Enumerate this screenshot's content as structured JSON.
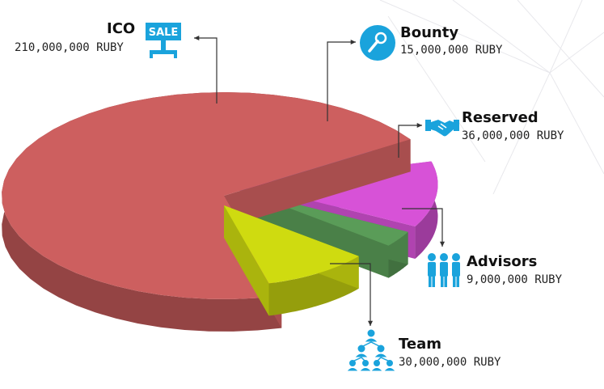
{
  "chart_data": {
    "type": "pie",
    "style": "3d-exploded",
    "title": "",
    "slices": [
      {
        "name": "ICO",
        "value": 210000000,
        "display": "210,000,000 RUBY",
        "color": "#cd5f5f",
        "icon": "sale-sign-icon"
      },
      {
        "name": "Bounty",
        "value": 15000000,
        "display": "15,000,000 RUBY",
        "color": "#5568d6",
        "icon": "microphone-icon"
      },
      {
        "name": "Reserved",
        "value": 36000000,
        "display": "36,000,000 RUBY",
        "color": "#d752d7",
        "icon": "handshake-icon"
      },
      {
        "name": "Advisors",
        "value": 9000000,
        "display": "9,000,000 RUBY",
        "color": "#5a9c58",
        "icon": "people-group-icon"
      },
      {
        "name": "Team",
        "value": 30000000,
        "display": "30,000,000 RUBY",
        "color": "#cfdb10",
        "icon": "org-hierarchy-icon"
      }
    ],
    "legend": "none",
    "icon_color": "#1aa3dc",
    "connector_color": "#333333"
  }
}
